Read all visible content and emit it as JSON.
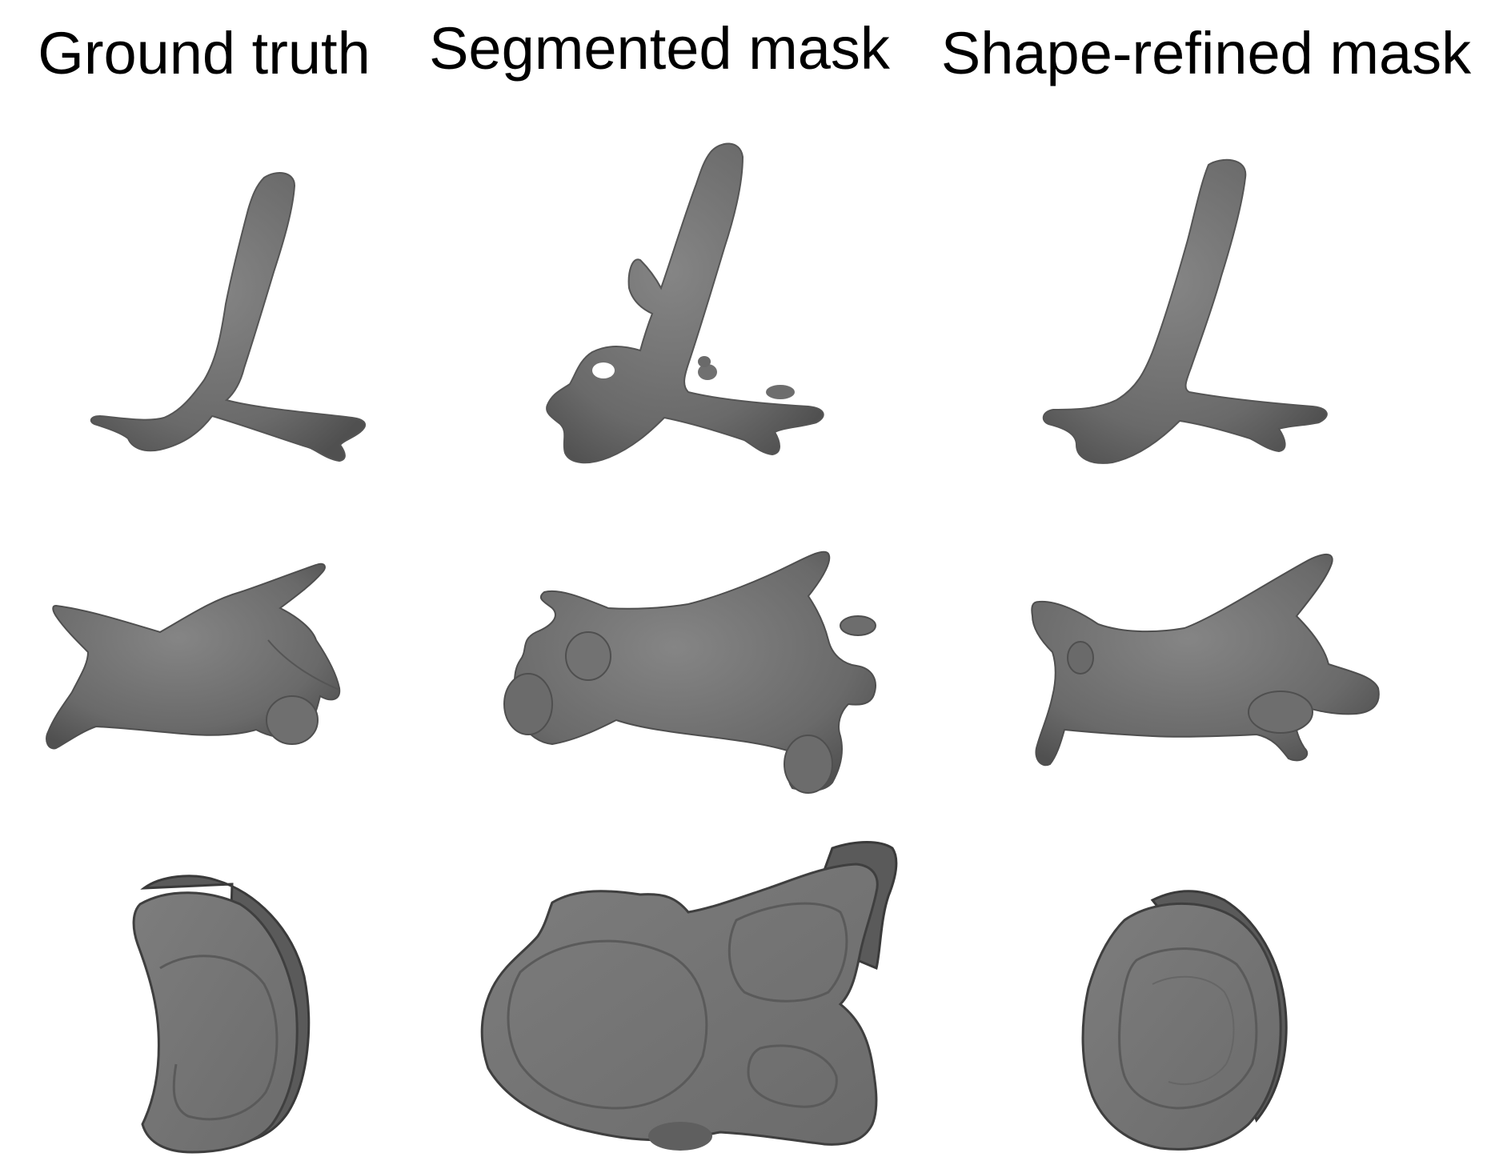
{
  "figure": {
    "columns": [
      {
        "title": "Ground truth"
      },
      {
        "title": "Segmented mask"
      },
      {
        "title": "Shape-refined mask"
      }
    ],
    "rows": [
      {
        "shape": "vessel-branch"
      },
      {
        "shape": "atrium"
      },
      {
        "shape": "vertebra-slice"
      }
    ],
    "colors": {
      "surface": "#6f6f6f",
      "surface_dark": "#4a4a4a",
      "surface_light": "#8a8a8a",
      "background": "#ffffff"
    }
  }
}
